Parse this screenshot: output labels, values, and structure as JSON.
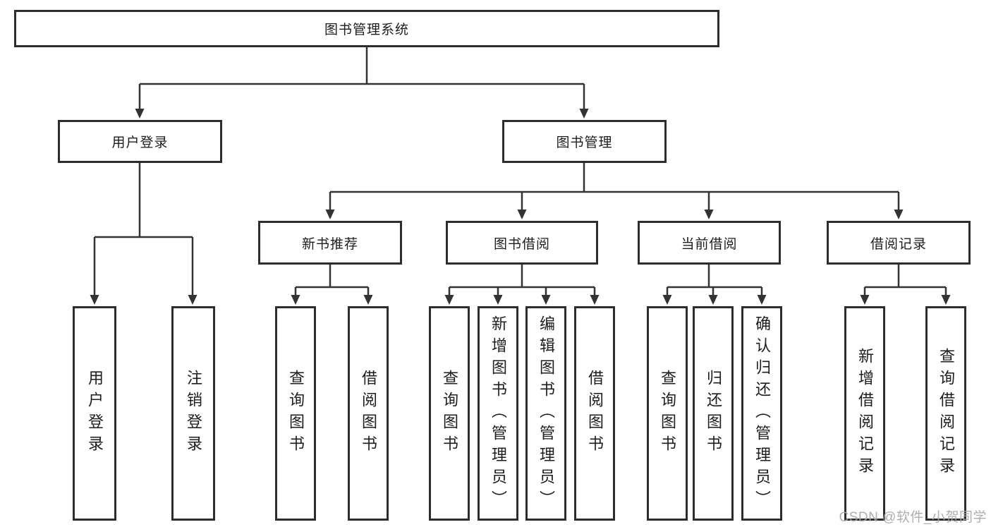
{
  "nodes": {
    "root": "图书管理系统",
    "level2": [
      "用户登录",
      "图书管理"
    ],
    "level3": [
      "新书推荐",
      "图书借阅",
      "当前借阅",
      "借阅记录"
    ]
  },
  "leaves": {
    "login": [
      "用户登录",
      "注销登录"
    ],
    "recommend": [
      "查询图书",
      "借阅图书"
    ],
    "borrow": [
      "查询图书",
      "新增图书（管理员）",
      "编辑图书（管理员）",
      "借阅图书"
    ],
    "current": [
      "查询图书",
      "归还图书",
      "确认归还（管理员）"
    ],
    "records": [
      "新增借阅记录",
      "查询借阅记录"
    ]
  },
  "watermark": "CSDN @软件_小贺同学",
  "colors": {
    "line": "#333333",
    "border": "#2d2d2d",
    "text": "#1d1d1d",
    "watermark": "#a8a8a8"
  }
}
